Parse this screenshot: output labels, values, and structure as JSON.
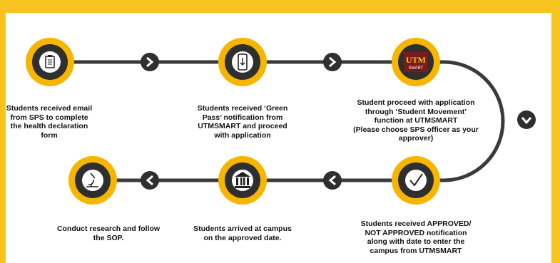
{
  "logo": {
    "line1": "UTM",
    "line2": "SMART"
  },
  "steps": [
    {
      "icon": "clipboard-icon",
      "text": "Students  received email\nfrom SPS to complete\nthe health declaration\nform"
    },
    {
      "icon": "phone-icon",
      "text": "Students  received ‘Green\nPass’ notification from\nUTMSMART  and proceed\nwith application"
    },
    {
      "icon": "utm-smart-logo",
      "text": "Student proceed with application\nthrough  ‘Student Movement’\nfunction at UTMSMART\n(Please choose  SPS officer as your\napprover)"
    },
    {
      "icon": "checkmark-icon",
      "text": "Students received APPROVED/\nNOT APPROVED  notification\nalong with date to enter the\ncampus from UTMSMART"
    },
    {
      "icon": "building-icon",
      "text": "Students  arrived at campus\non the approved date."
    },
    {
      "icon": "microscope-icon",
      "text": "Conduct  research and follow\nthe SOP."
    }
  ],
  "colors": {
    "border": "#f7c31f",
    "line": "#3a3a3a",
    "ring": "#f7b500",
    "dark": "#2f2f2f",
    "utm": "#7a1b1b"
  }
}
